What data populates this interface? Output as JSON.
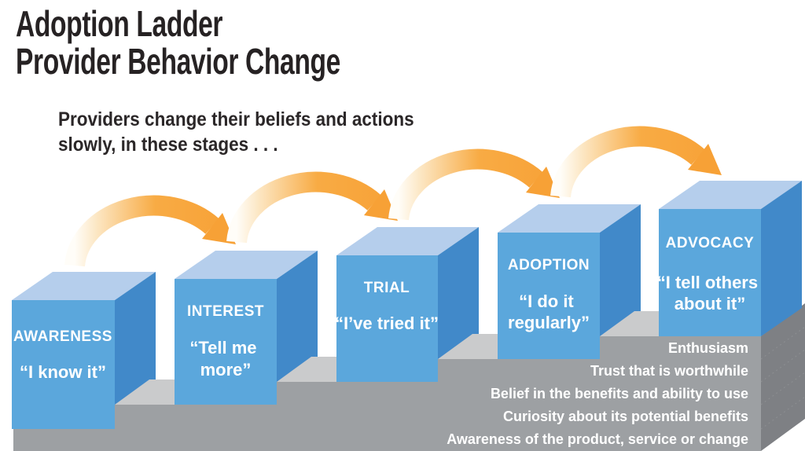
{
  "title": {
    "line1": "Adoption Ladder",
    "line2": "Provider Behavior Change"
  },
  "subtitle": {
    "line1": "Providers change their beliefs and actions",
    "line2": "slowly, in these stages . . ."
  },
  "stages": [
    {
      "name": "AWARENESS",
      "quote_lines": [
        "“I know it”"
      ]
    },
    {
      "name": "INTEREST",
      "quote_lines": [
        "“Tell me",
        "more”"
      ]
    },
    {
      "name": "TRIAL",
      "quote_lines": [
        "“I’ve tried it”"
      ]
    },
    {
      "name": "ADOPTION",
      "quote_lines": [
        "“I do it",
        "regularly”"
      ]
    },
    {
      "name": "ADVOCACY",
      "quote_lines": [
        "“I tell others",
        "about it”"
      ]
    }
  ],
  "steps": [
    "Enthusiasm",
    "Trust that is worthwhile",
    "Belief in the benefits and ability to use",
    "Curiosity about its potential benefits",
    "Awareness of the product, service or change"
  ],
  "colors": {
    "cube_front": "#5BA7DC",
    "cube_top": "#B5CEEC",
    "cube_side": "#4189C9",
    "step_front": "#9DA0A3",
    "step_top": "#CACBCC",
    "staircase_side": "#7E8084",
    "arrow_orange": "#F7A136",
    "title_text": "#262223",
    "cube_text": "#FFFFFF",
    "step_text": "#FFFFFF"
  }
}
